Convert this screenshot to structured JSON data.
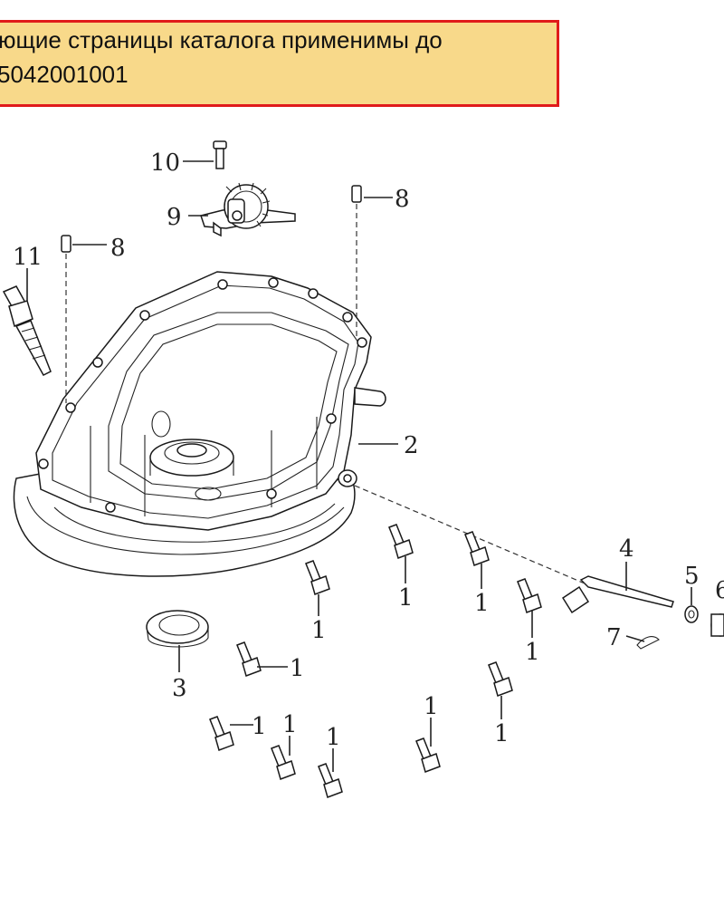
{
  "notice": {
    "line1": "ующие страницы каталога применимы до",
    "line2": "5042001001"
  },
  "callouts": {
    "c1": "1",
    "c2": "2",
    "c3": "3",
    "c4": "4",
    "c5": "5",
    "c6": "6",
    "c7": "7",
    "c8": "8",
    "c9": "9",
    "c10": "10",
    "c11": "11"
  },
  "colors": {
    "notice_bg": "#f8d98a",
    "notice_border": "#e01b1b",
    "line_art": "#222222"
  }
}
